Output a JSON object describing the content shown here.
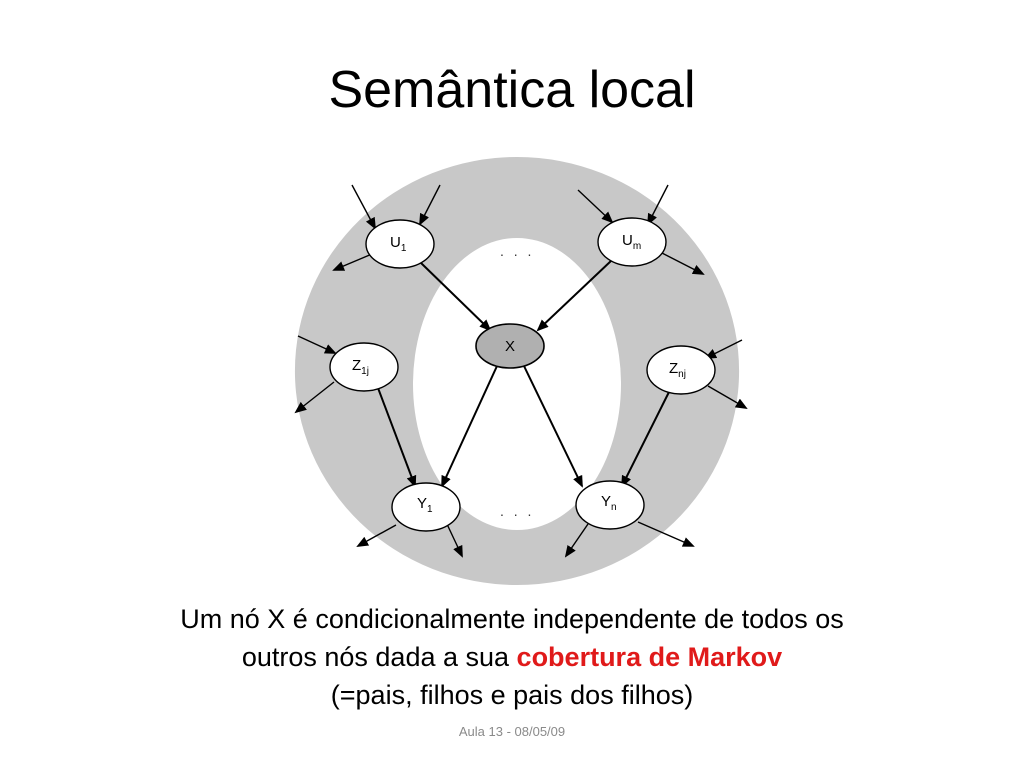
{
  "slide": {
    "title": "Semântica local",
    "caption_line1": "Um nó X é condicionalmente independente de todos os",
    "caption_line2_plain": "outros nós dada a sua ",
    "caption_line2_highlight": "cobertura de Markov",
    "caption_line3": "(=pais, filhos e pais dos filhos)",
    "footer": "Aula 13 - 08/05/09",
    "highlight_color": "#e01a1a"
  },
  "diagram": {
    "nodes": {
      "u1": {
        "main": "U",
        "sub": "1"
      },
      "um": {
        "main": "U",
        "sub": "m"
      },
      "x": {
        "main": "X",
        "sub": ""
      },
      "z1j": {
        "main": "Z",
        "sub": "1j"
      },
      "znj": {
        "main": "Z",
        "sub": "nj"
      },
      "y1": {
        "main": "Y",
        "sub": "1"
      },
      "yn": {
        "main": "Y",
        "sub": "n"
      }
    },
    "ellipsis_top": ". . .",
    "ellipsis_bottom": ". . .",
    "ring_color": "#c8c8c8",
    "x_node_color": "#b0b0b0"
  }
}
